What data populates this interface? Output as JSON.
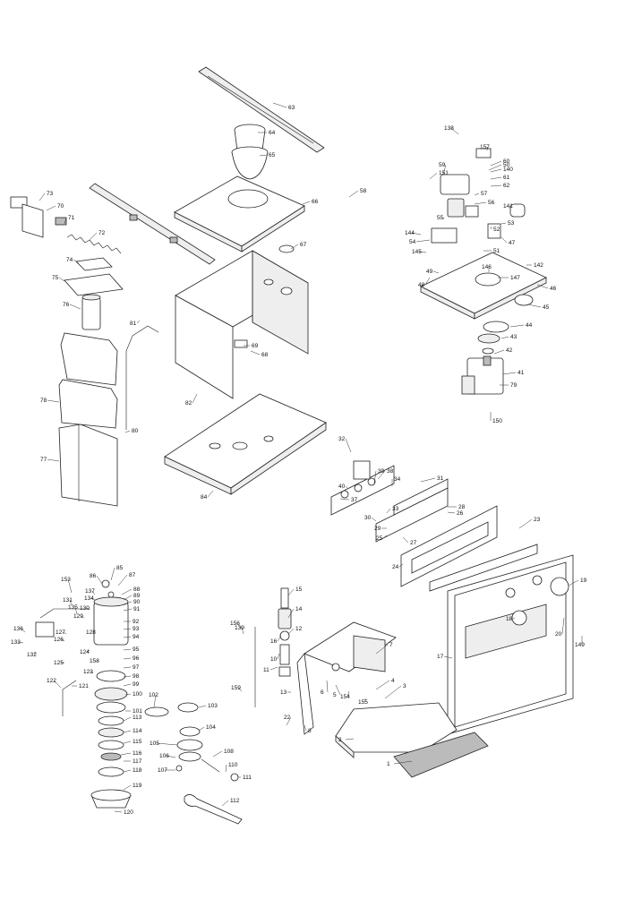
{
  "diagram": {
    "title": "",
    "callouts": [
      "1",
      "2",
      "3",
      "4",
      "5",
      "6",
      "7",
      "8",
      "10",
      "11",
      "12",
      "13",
      "14",
      "15",
      "16",
      "17",
      "18",
      "19",
      "20",
      "22",
      "23",
      "24",
      "25",
      "26",
      "27",
      "28",
      "29",
      "30",
      "31",
      "32",
      "33",
      "34",
      "37",
      "38",
      "39",
      "40",
      "41",
      "42",
      "43",
      "44",
      "45",
      "46",
      "47",
      "48",
      "49",
      "50",
      "51",
      "52",
      "53",
      "54",
      "55",
      "56",
      "57",
      "58",
      "59",
      "60",
      "61",
      "62",
      "63",
      "64",
      "65",
      "66",
      "67",
      "68",
      "69",
      "70",
      "71",
      "72",
      "73",
      "74",
      "75",
      "76",
      "77",
      "78",
      "79",
      "80",
      "81",
      "82",
      "84",
      "85",
      "86",
      "87",
      "88",
      "89",
      "90",
      "91",
      "92",
      "93",
      "94",
      "95",
      "96",
      "97",
      "98",
      "99",
      "100",
      "101",
      "102",
      "103",
      "104",
      "105",
      "106",
      "107",
      "108",
      "110",
      "111",
      "112",
      "113",
      "114",
      "115",
      "116",
      "117",
      "118",
      "119",
      "120",
      "121",
      "122",
      "123",
      "124",
      "125",
      "126",
      "127",
      "128",
      "129",
      "130",
      "131",
      "132",
      "133",
      "134",
      "135",
      "136",
      "137",
      "138",
      "139",
      "140",
      "141",
      "142",
      "144",
      "145",
      "146",
      "147",
      "149",
      "150",
      "151",
      "153",
      "154",
      "155",
      "156",
      "157",
      "158",
      "159"
    ]
  }
}
